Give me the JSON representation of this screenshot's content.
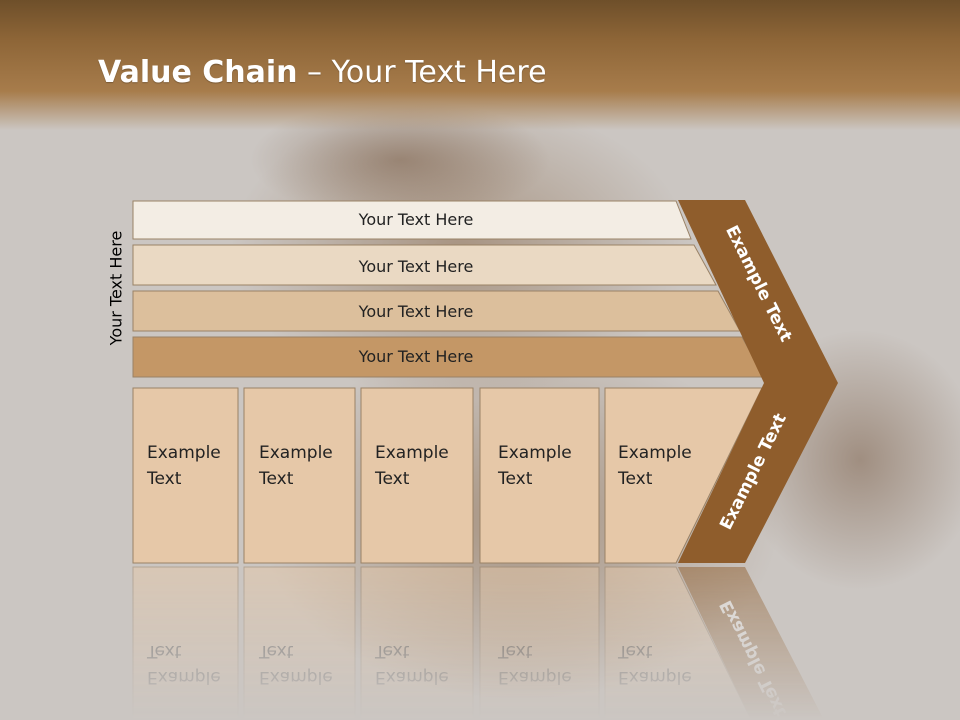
{
  "title": {
    "bold": "Value Chain",
    "rest": " – Your Text Here"
  },
  "side_label": "Your Text Here",
  "bands": [
    {
      "label": "Your Text Here",
      "color": "#f3ede4"
    },
    {
      "label": "Your Text Here",
      "color": "#ead9c3"
    },
    {
      "label": "Your Text Here",
      "color": "#dcbf9c"
    },
    {
      "label": "Your Text Here",
      "color": "#c49766"
    }
  ],
  "cells": [
    {
      "line1": "Example",
      "line2": "Text"
    },
    {
      "line1": "Example",
      "line2": "Text"
    },
    {
      "line1": "Example",
      "line2": "Text"
    },
    {
      "line1": "Example",
      "line2": "Text"
    },
    {
      "line1": "Example",
      "line2": "Text"
    }
  ],
  "arrow": {
    "top_label": "Example Text",
    "bottom_label": "Example Text",
    "color": "#8f5d2c"
  },
  "colors": {
    "cell_fill": "#e6c8a8",
    "header": "#8d6537"
  }
}
